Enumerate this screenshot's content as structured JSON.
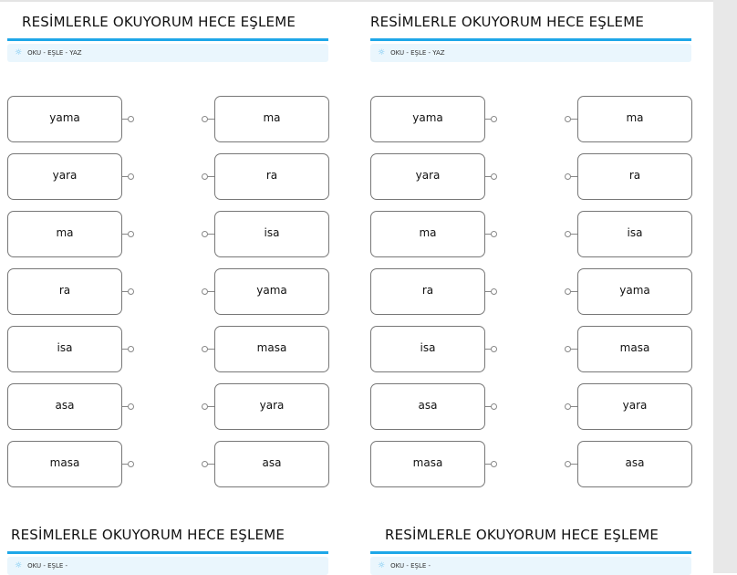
{
  "worksheets": [
    {
      "title": "RESİMLERLE OKUYORUM HECE EŞLEME",
      "subtitle": "OKU - EŞLE - YAZ",
      "left": [
        "yama",
        "yara",
        "ma",
        "ra",
        "isa",
        "asa",
        "masa"
      ],
      "right": [
        "ma",
        "ra",
        "isa",
        "yama",
        "masa",
        "yara",
        "asa"
      ]
    },
    {
      "title": "RESİMLERLE OKUYORUM HECE EŞLEME",
      "subtitle": "OKU - EŞLE - YAZ",
      "left": [
        "yama",
        "yara",
        "ma",
        "ra",
        "isa",
        "asa",
        "masa"
      ],
      "right": [
        "ma",
        "ra",
        "isa",
        "yama",
        "masa",
        "yara",
        "asa"
      ]
    },
    {
      "title": "RESİMLERLE OKUYORUM HECE EŞLEME",
      "subtitle": "OKU - EŞLE -"
    },
    {
      "title": "RESİMLERLE OKUYORUM HECE EŞLEME",
      "subtitle": "OKU - EŞLE -"
    }
  ],
  "colors": {
    "accent": "#1ea7e8",
    "subtitle_bg": "#eaf6fd"
  },
  "icons": {
    "subtitle": "lightbulb-icon"
  }
}
